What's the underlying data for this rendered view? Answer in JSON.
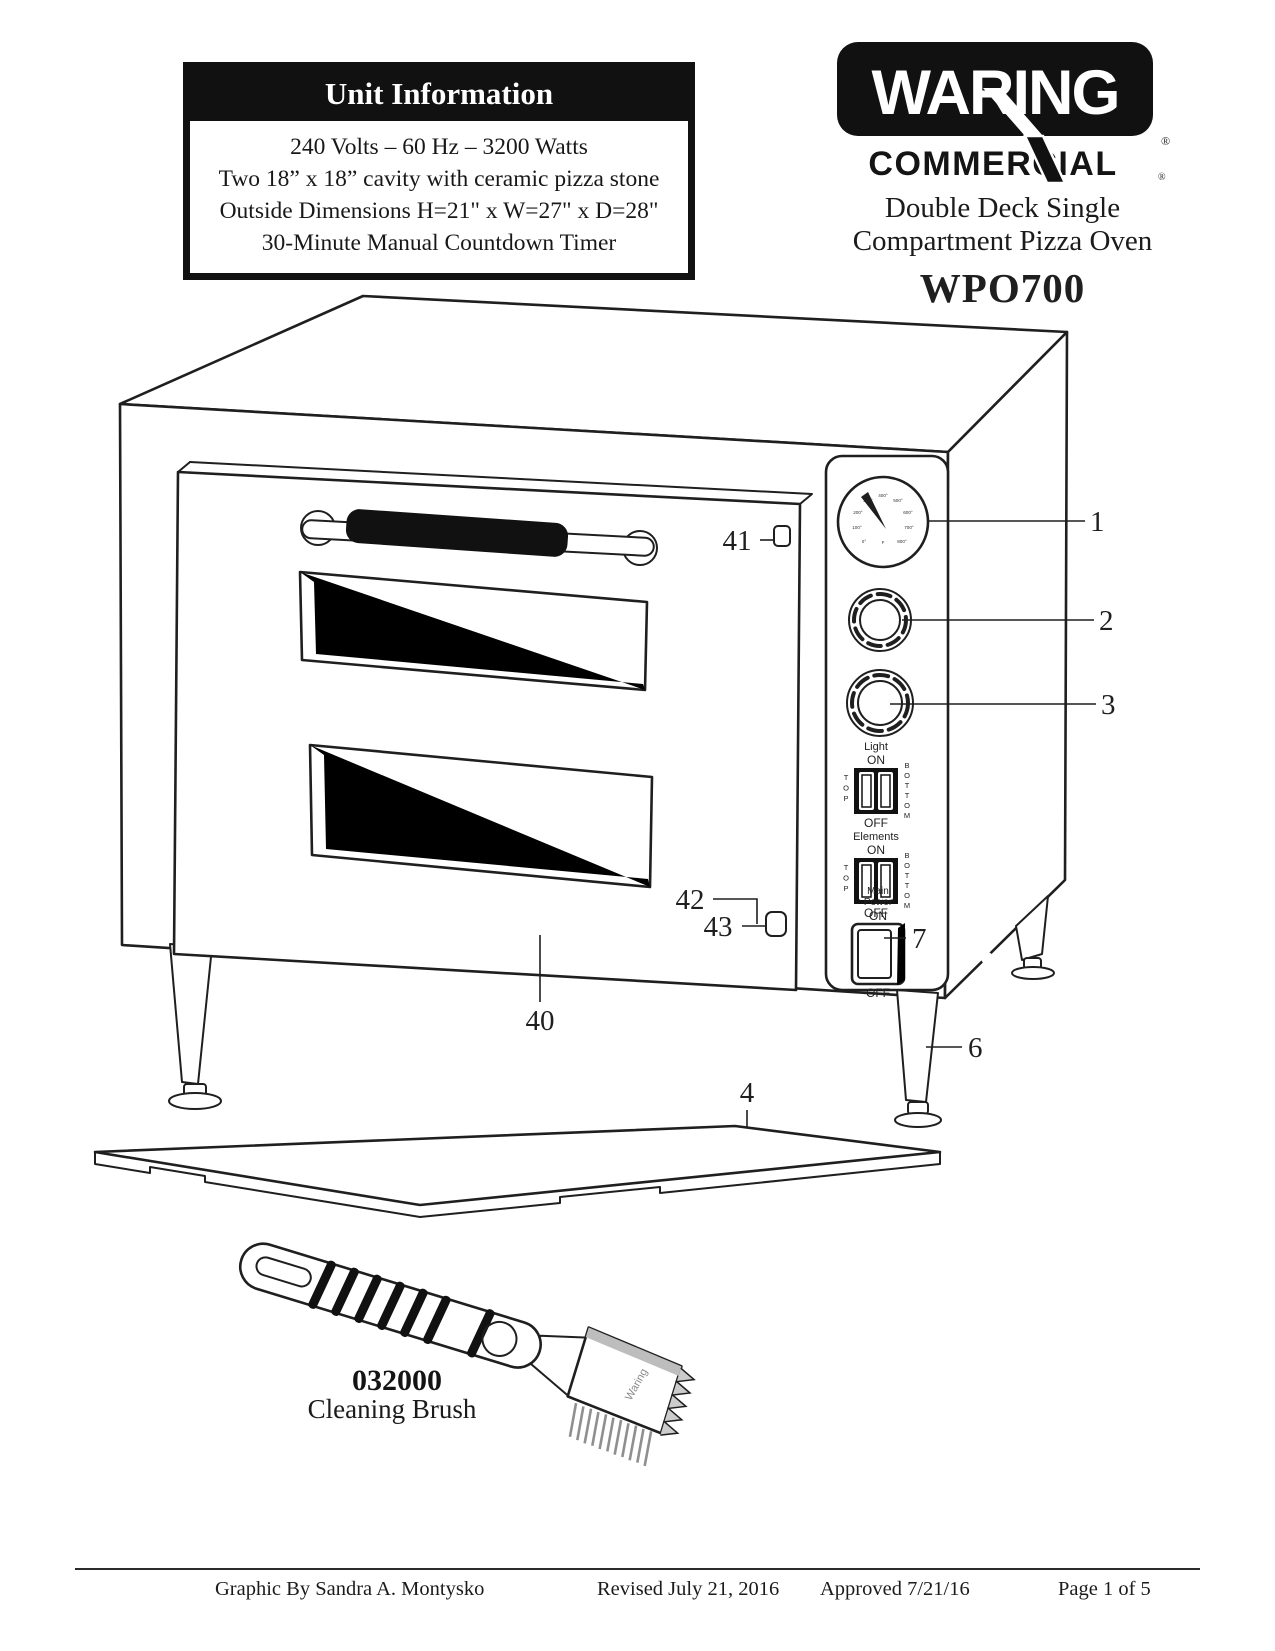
{
  "colors": {
    "ink": "#1f1f1f",
    "accent": "#5a1e20"
  },
  "unit_info": {
    "title": "Unit Information",
    "line1": "240 Volts  –  60 Hz  –  3200 Watts",
    "line2": "Two 18” x 18” cavity with ceramic pizza stone",
    "line3": "Outside Dimensions H=21\" x W=27\" x D=28\"",
    "line4": "30-Minute Manual Countdown Timer"
  },
  "brand": {
    "logo": "WARING",
    "logo_sub": "COMMERCIAL",
    "registered": "®",
    "product_line1": "Double Deck Single",
    "product_line2": "Compartment Pizza Oven",
    "model": "WPO700"
  },
  "diagram": {
    "callouts": {
      "gauge": "1",
      "upper_knob": "2",
      "lower_knob": "3",
      "stone": "4",
      "leg": "6",
      "power_switch": "7",
      "door": "40",
      "hinge": "41",
      "pin_a": "42",
      "pin_b": "43"
    },
    "gauge": {
      "t0": "0°",
      "t100": "100°",
      "t200": "200°",
      "t300": "300°",
      "t400": "400°",
      "t500": "500°",
      "t600": "600°",
      "t700": "700°",
      "t800": "800°",
      "unit": "F"
    },
    "switches": {
      "light": {
        "title": "Light",
        "on": "ON",
        "off": "OFF",
        "top": "TOP",
        "bottom": "BOTTOM"
      },
      "elements": {
        "title": "Elements",
        "on": "ON",
        "off": "OFF",
        "top": "TOP",
        "bottom": "BOTTOM"
      },
      "main_power": {
        "title1": "Main",
        "title2": "Power",
        "on": "ON",
        "off": "OFF"
      }
    },
    "brush": {
      "part_number": "032000",
      "name": "Cleaning Brush",
      "imprint": "Waring"
    }
  },
  "footer": {
    "credit": "Graphic By Sandra A. Montysko",
    "revised": "Revised July 21, 2016",
    "approved": "Approved 7/21/16",
    "page": "Page 1 of 5"
  }
}
